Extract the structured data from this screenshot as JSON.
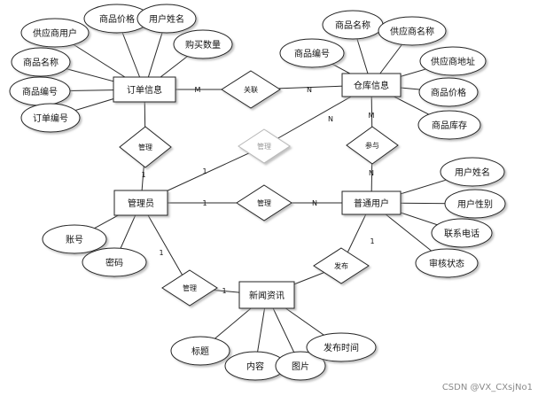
{
  "diagram": {
    "entities": [
      {
        "id": "order",
        "label": "订单信息"
      },
      {
        "id": "warehouse",
        "label": "仓库信息"
      },
      {
        "id": "admin",
        "label": "管理员"
      },
      {
        "id": "user",
        "label": "普通用户"
      },
      {
        "id": "news",
        "label": "新闻资讯"
      }
    ],
    "relationships": [
      {
        "id": "r_order_wh",
        "label": "关联"
      },
      {
        "id": "r_admin_order",
        "label": "管理"
      },
      {
        "id": "r_admin_wh",
        "label": "管理"
      },
      {
        "id": "r_admin_user",
        "label": "管理"
      },
      {
        "id": "r_user_wh",
        "label": "参与"
      },
      {
        "id": "r_admin_news",
        "label": "管理"
      },
      {
        "id": "r_user_news",
        "label": "发布"
      }
    ],
    "attributes": [
      {
        "id": "a_o1",
        "label": "供应商用户",
        "entity": "order"
      },
      {
        "id": "a_o2",
        "label": "商品价格",
        "entity": "order"
      },
      {
        "id": "a_o3",
        "label": "用户姓名",
        "entity": "order"
      },
      {
        "id": "a_o4",
        "label": "购买数量",
        "entity": "order"
      },
      {
        "id": "a_o5",
        "label": "商品名称",
        "entity": "order"
      },
      {
        "id": "a_o6",
        "label": "商品编号",
        "entity": "order"
      },
      {
        "id": "a_o7",
        "label": "订单编号",
        "entity": "order"
      },
      {
        "id": "a_w1",
        "label": "商品名称",
        "entity": "warehouse"
      },
      {
        "id": "a_w2",
        "label": "供应商名称",
        "entity": "warehouse"
      },
      {
        "id": "a_w3",
        "label": "商品编号",
        "entity": "warehouse"
      },
      {
        "id": "a_w4",
        "label": "供应商地址",
        "entity": "warehouse"
      },
      {
        "id": "a_w5",
        "label": "商品价格",
        "entity": "warehouse"
      },
      {
        "id": "a_w6",
        "label": "商品库存",
        "entity": "warehouse"
      },
      {
        "id": "a_u1",
        "label": "用户姓名",
        "entity": "user"
      },
      {
        "id": "a_u2",
        "label": "用户性别",
        "entity": "user"
      },
      {
        "id": "a_u3",
        "label": "联系电话",
        "entity": "user"
      },
      {
        "id": "a_u4",
        "label": "审核状态",
        "entity": "user"
      },
      {
        "id": "a_a1",
        "label": "账号",
        "entity": "admin"
      },
      {
        "id": "a_a2",
        "label": "密码",
        "entity": "admin"
      },
      {
        "id": "a_n1",
        "label": "标题",
        "entity": "news"
      },
      {
        "id": "a_n2",
        "label": "内容",
        "entity": "news"
      },
      {
        "id": "a_n3",
        "label": "图片",
        "entity": "news"
      },
      {
        "id": "a_n4",
        "label": "发布时间",
        "entity": "news"
      }
    ],
    "cardinalities": [
      {
        "id": "c1",
        "label": "M"
      },
      {
        "id": "c2",
        "label": "N"
      },
      {
        "id": "c3",
        "label": "N"
      },
      {
        "id": "c4",
        "label": "1"
      },
      {
        "id": "c5",
        "label": "1"
      },
      {
        "id": "c6",
        "label": "N"
      },
      {
        "id": "c7",
        "label": "M"
      },
      {
        "id": "c8",
        "label": "N"
      },
      {
        "id": "c9",
        "label": "1"
      },
      {
        "id": "c10",
        "label": "1"
      },
      {
        "id": "c11",
        "label": "1"
      },
      {
        "id": "c12",
        "label": "1"
      }
    ]
  },
  "watermark": "CSDN @VX_CXsjNo1"
}
